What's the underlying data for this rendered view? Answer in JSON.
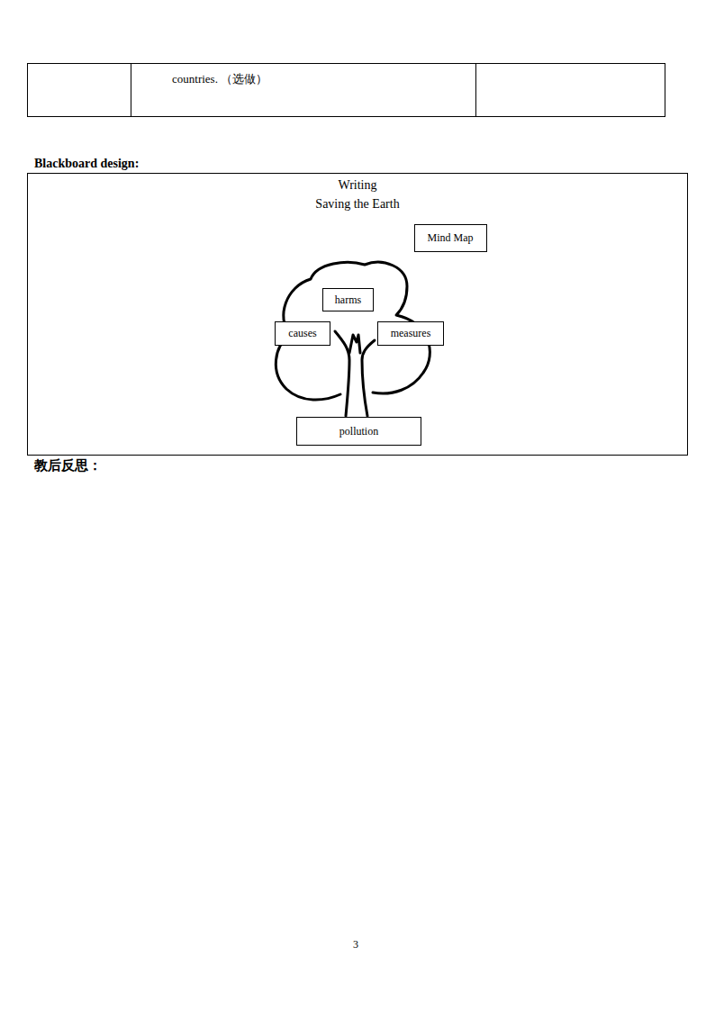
{
  "diagram": {
    "nodes": [
      {
        "text": [
          "Writing",
          "Saving the Earth"
        ]
      },
      {
        "text": [
          "Mind Map"
        ],
        "in": 0
      },
      {
        "text": [
          "harms"
        ],
        "in": 0
      },
      {
        "text": [
          "causes"
        ],
        "in": 0
      },
      {
        "text": [
          "measures"
        ],
        "in": 0
      },
      {
        "text": [
          "pollution"
        ],
        "in": 0
      }
    ],
    "labels": [
      "countries. （选做）",
      "Blackboard design:",
      "教后反思：",
      "3"
    ]
  }
}
